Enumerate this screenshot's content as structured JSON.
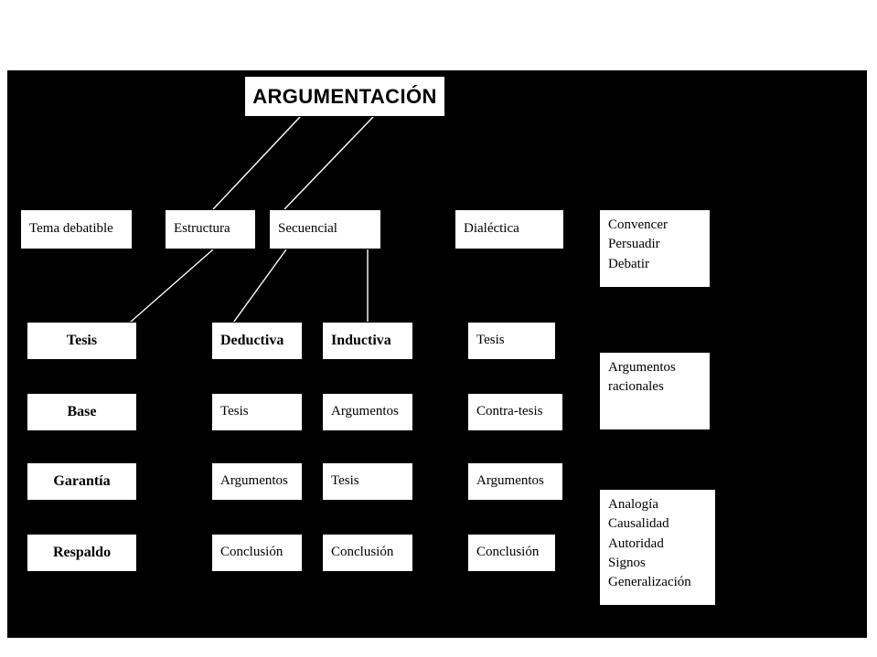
{
  "slide": {
    "background_color": "#000000",
    "page_background_color": "#ffffff",
    "box_fill_color": "#ffffff",
    "box_border_color": "#000000",
    "connector_color": "#ffffff"
  },
  "title": {
    "label": "ARGUMENTACIÓN"
  },
  "row_concepts": [
    {
      "label": "Tema debatible"
    },
    {
      "label": "Estructura"
    },
    {
      "label": "Secuencial"
    },
    {
      "label": "Dialéctica"
    }
  ],
  "purposes_box": {
    "lines": "Convencer\nPersuadir\nDebatir",
    "line_items": [
      "Convencer",
      "Persuadir",
      "Debatir"
    ]
  },
  "rational_arguments_box": {
    "lines": "Argumentos\nracionales",
    "line_items": [
      "Argumentos",
      "racionales"
    ]
  },
  "argument_types_box": {
    "lines": "Analogía\nCausalidad\nAutoridad\nSignos\nGeneralización",
    "line_items": [
      "Analogía",
      "Causalidad",
      "Autoridad",
      "Signos",
      "Generalización"
    ]
  },
  "columns": {
    "toulmin": {
      "header": "Estructura",
      "items": [
        "Tesis",
        "Base",
        "Garantía",
        "Respaldo"
      ]
    },
    "deductiva": {
      "header": "Deductiva",
      "items": [
        "Deductiva",
        "Tesis",
        "Argumentos",
        "Conclusión"
      ]
    },
    "inductiva": {
      "header": "Inductiva",
      "items": [
        "Inductiva",
        "Argumentos",
        "Tesis",
        "Conclusión"
      ]
    },
    "dialectica": {
      "header": "Dialéctica",
      "items": [
        "Tesis",
        "Contra-tesis",
        "Argumentos",
        "Conclusión"
      ]
    }
  },
  "icons": {
    "arrow_secuencial": "arrowhead-down-icon",
    "arrow_rational": "arrowhead-down-icon"
  }
}
